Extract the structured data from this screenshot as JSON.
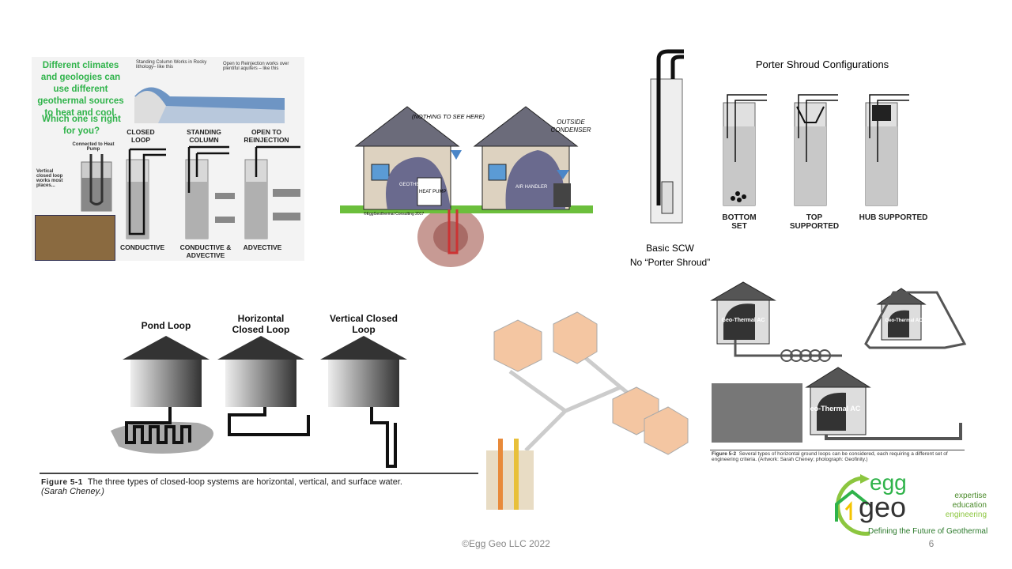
{
  "panel1": {
    "headline": "Different climates and geologies can use different geothermal sources to heat and cool.",
    "question": "Which one is right for you?",
    "note_left": "Standing Column Works in Rocky lithology– like this",
    "note_right": "Open to Reinjection works over plentiful aquifers – like this",
    "connected": "Connected to Heat Pump",
    "vertical_note": "Vertical closed loop works most places...",
    "columns": [
      {
        "title": "CLOSED LOOP",
        "footer": "CONDUCTIVE"
      },
      {
        "title": "STANDING COLUMN",
        "footer": "CONDUCTIVE & ADVECTIVE"
      },
      {
        "title": "OPEN TO REINJECTION",
        "footer": "ADVECTIVE"
      }
    ]
  },
  "houses": {
    "bubble_left": "(NOTHING TO SEE HERE)",
    "bubble_right": "OUTSIDE CONDENSER",
    "left_label": "GEOTHERMAL",
    "heat_pump": "HEAT PUMP",
    "air_handler": "AIR HANDLER",
    "credit": "©EggGeothermal Consulting 2017"
  },
  "scw": {
    "line1": "Basic SCW",
    "line2": "No “Porter Shroud”"
  },
  "porter": {
    "title": "Porter Shroud Configurations",
    "configs": [
      "BOTTOM SET",
      "TOP SUPPORTED",
      "HUB SUPPORTED"
    ]
  },
  "figure51": {
    "labels": [
      "Pond Loop",
      "Horizontal Closed Loop",
      "Vertical Closed Loop"
    ],
    "caption_label": "Figure 5-1",
    "caption": "The three types of closed-loop systems are horizontal, vertical, and surface water.",
    "credit": "(Sarah Cheney.)"
  },
  "figure52": {
    "house_label": "Geo-Thermal AC",
    "caption_label": "Figure 5-2",
    "caption": "Several types of horizontal ground loops can be considered, each requiring a different set of engineering criteria. (Artwork: Sarah Cheney; photograph: Geofinity.)"
  },
  "logo": {
    "egg": "egg",
    "geo": "geo",
    "taglines": [
      "expertise",
      "education",
      "engineering"
    ],
    "slogan": "Defining the Future of Geothermal"
  },
  "footer": {
    "copyright": "©Egg Geo LLC 2022",
    "page": "6"
  },
  "colors": {
    "green": "#2fb34a",
    "blue": "#4a86c8"
  }
}
